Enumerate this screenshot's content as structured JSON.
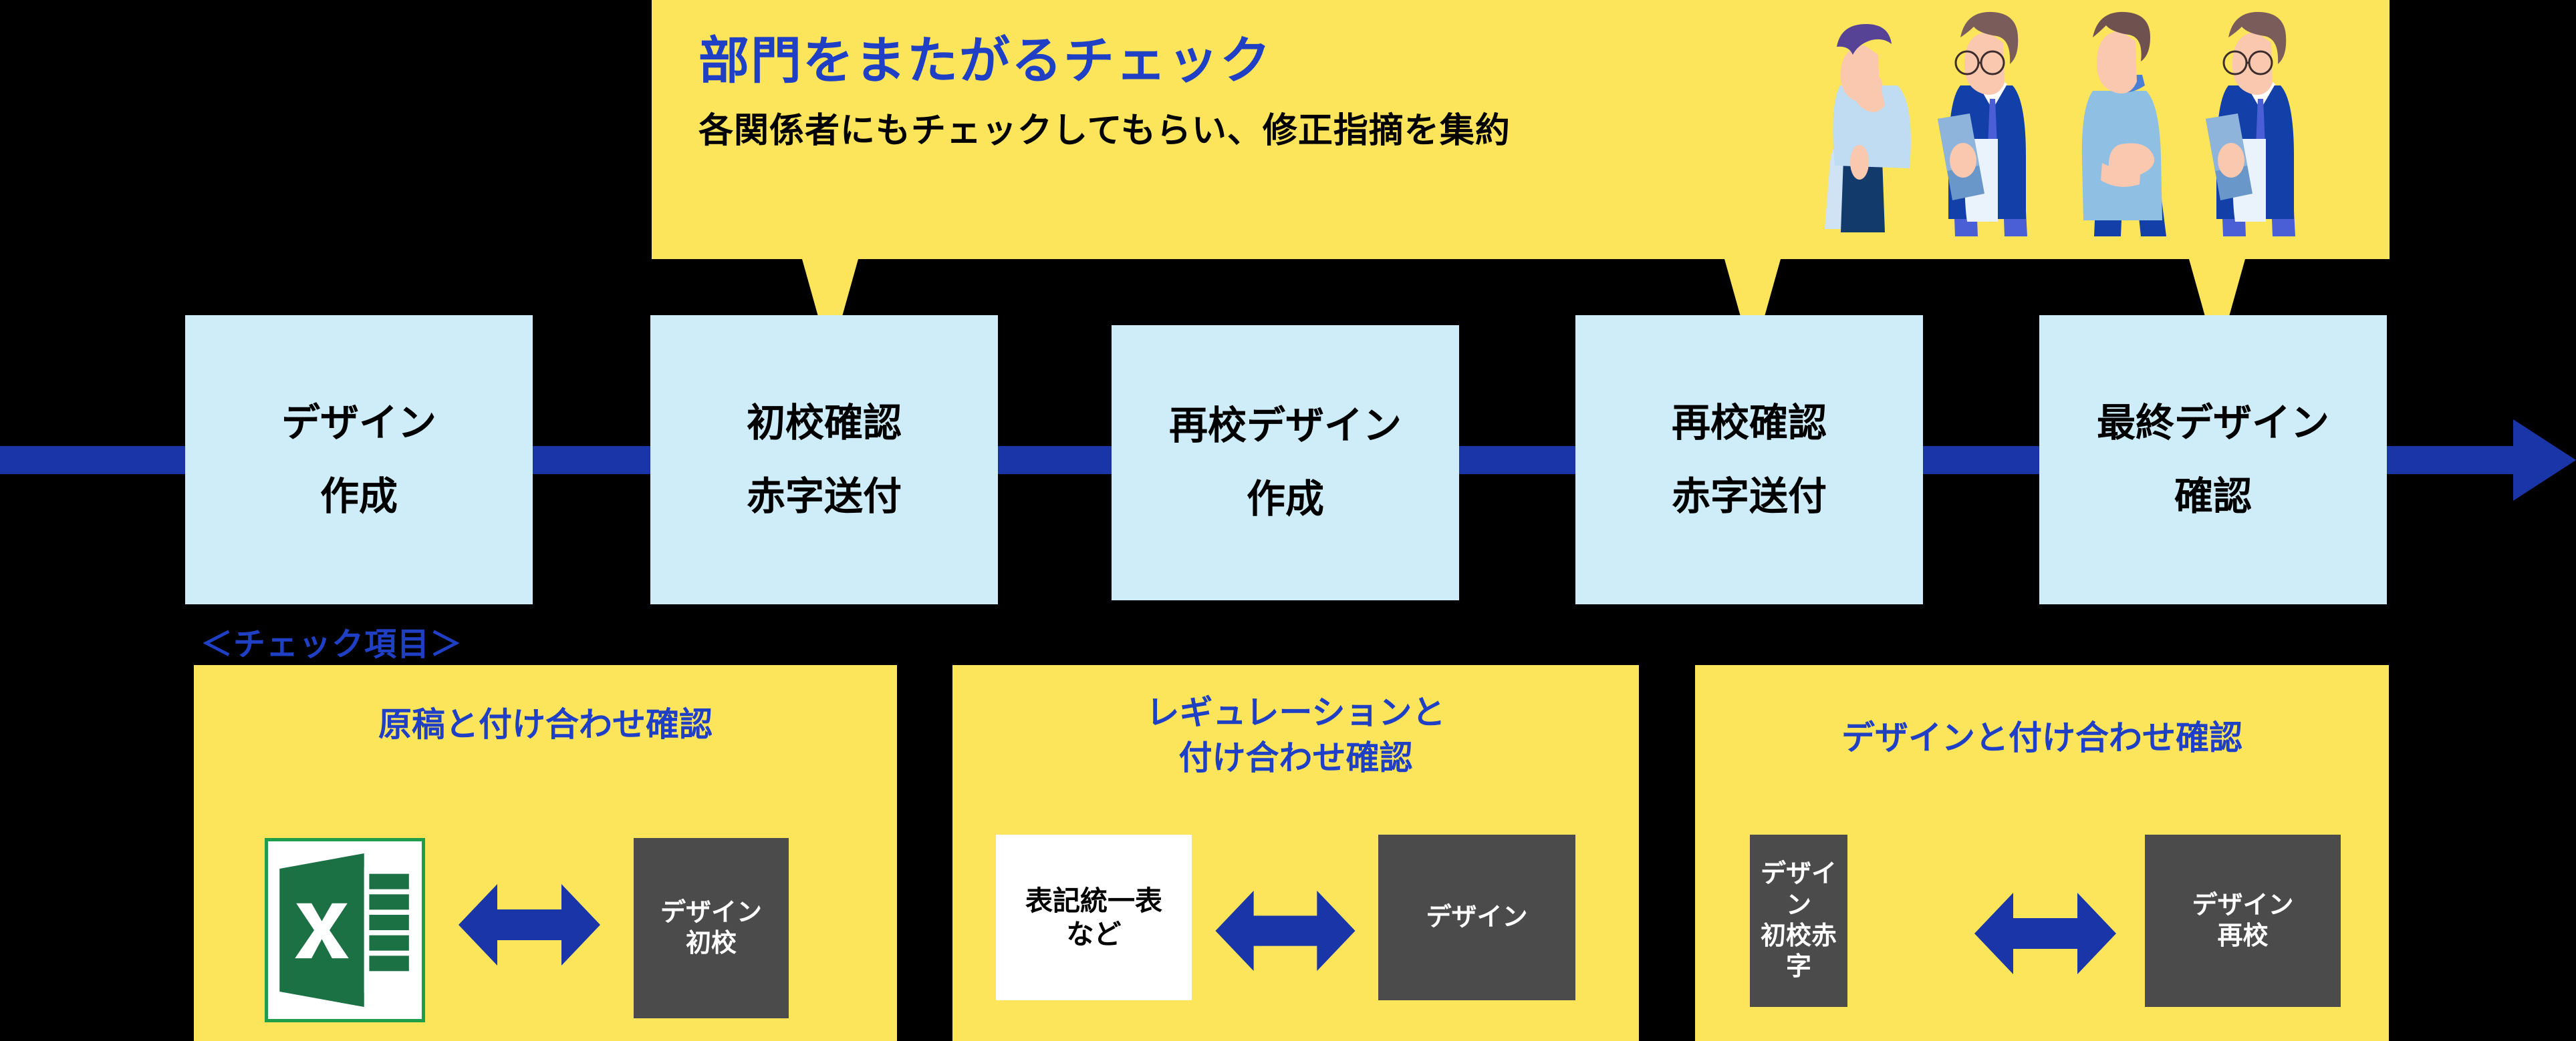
{
  "banner": {
    "title": "部門をまたがるチェック",
    "subtitle": "各関係者にもチェックしてもらい、修正指摘を集約",
    "bg_color": "#FCE55B",
    "title_color": "#1F3FC4",
    "subtitle_color": "#000000",
    "illustration": "four-business-people-illustration"
  },
  "timeline": {
    "color": "#1A35A8",
    "direction": "left-to-right",
    "steps": [
      {
        "line1": "デザイン",
        "line2": "作成",
        "has_callout": false
      },
      {
        "line1": "初校確認",
        "line2": "赤字送付",
        "has_callout": true
      },
      {
        "line1": "再校デザイン",
        "line2": "作成",
        "has_callout": false
      },
      {
        "line1": "再校確認",
        "line2": "赤字送付",
        "has_callout": true
      },
      {
        "line1": "最終デザイン",
        "line2": "確認",
        "has_callout": true
      }
    ],
    "box_color": "#CFEDF9"
  },
  "check_items": {
    "label": "＜チェック項目＞",
    "label_color": "#1F3FC4",
    "panels": [
      {
        "title_line1": "原稿と付け合わせ確認",
        "title_line2": "",
        "left": {
          "type": "excel-icon",
          "text": ""
        },
        "right": {
          "type": "dark-chip",
          "line1": "デザイン",
          "line2": "初校"
        },
        "arrow": "double-arrow-horizontal"
      },
      {
        "title_line1": "レギュレーションと",
        "title_line2": "付け合わせ確認",
        "left": {
          "type": "white-chip",
          "line1": "表記統一表",
          "line2": "など"
        },
        "right": {
          "type": "dark-chip",
          "line1": "デザイン",
          "line2": ""
        },
        "arrow": "double-arrow-horizontal"
      },
      {
        "title_line1": "デザインと付け合わせ確認",
        "title_line2": "",
        "left": {
          "type": "dark-chip",
          "line1": "デザイン",
          "line2": "初校赤字"
        },
        "right": {
          "type": "dark-chip",
          "line1": "デザイン",
          "line2": "再校"
        },
        "arrow": "double-arrow-horizontal"
      }
    ],
    "panel_bg": "#FCE55B",
    "chip_bg": "#4B4B4B",
    "arrow_color": "#1A35A8"
  }
}
